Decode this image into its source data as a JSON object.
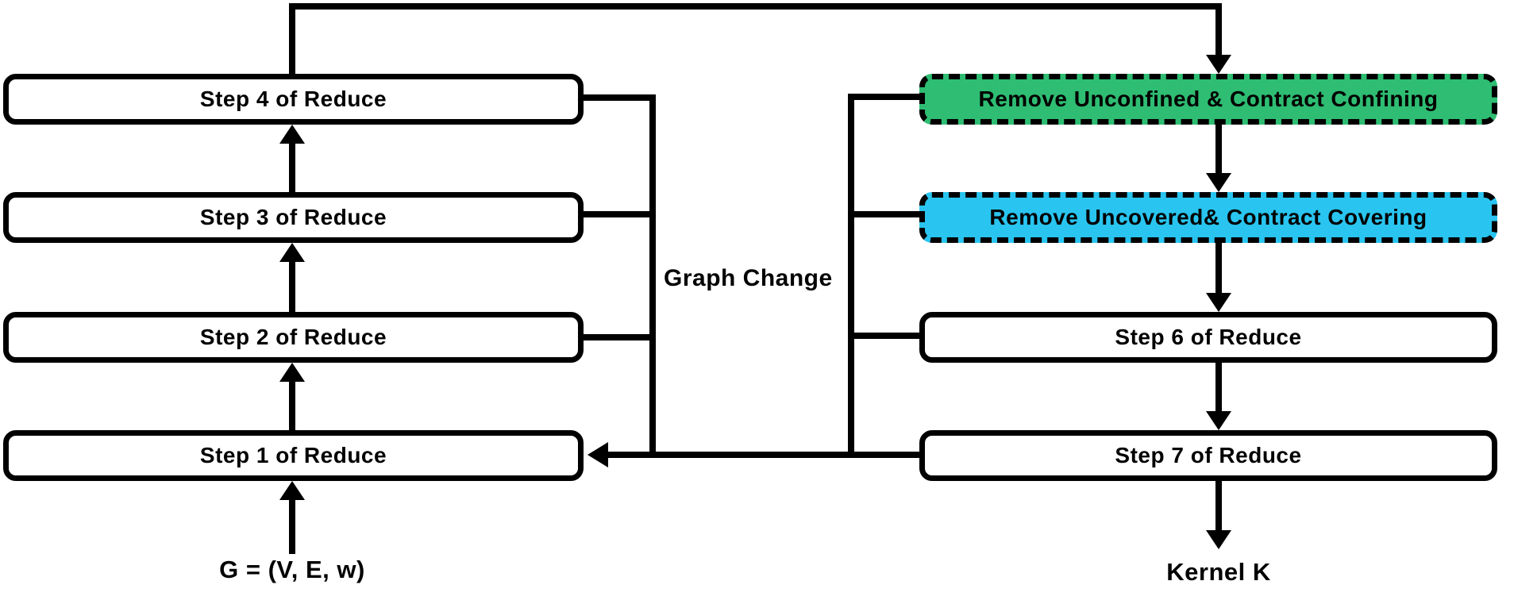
{
  "diagram": {
    "title": "Reduce pipeline flowchart",
    "left_column": {
      "boxes": [
        {
          "label": "Step 4 of Reduce"
        },
        {
          "label": "Step 3 of Reduce"
        },
        {
          "label": "Step 2 of Reduce"
        },
        {
          "label": "Step 1 of Reduce"
        }
      ],
      "input_label": "G = (V, E, w)"
    },
    "right_column": {
      "boxes": [
        {
          "label": "Remove Unconfined & Contract Confining",
          "fill": "#2ebd72",
          "border_style": "dashed"
        },
        {
          "label": "Remove Uncovered& Contract Covering",
          "fill": "#29c5f0",
          "border_style": "dashed"
        },
        {
          "label": "Step 6 of Reduce",
          "fill": "#ffffff",
          "border_style": "solid"
        },
        {
          "label": "Step 7 of Reduce",
          "fill": "#ffffff",
          "border_style": "solid"
        }
      ],
      "output_label": "Kernel K"
    },
    "edge_label": "Graph Change",
    "colors": {
      "line": "#000000",
      "confining_green": "#2ebd72",
      "covering_cyan": "#29c5f0",
      "box_background": "#ffffff"
    }
  }
}
